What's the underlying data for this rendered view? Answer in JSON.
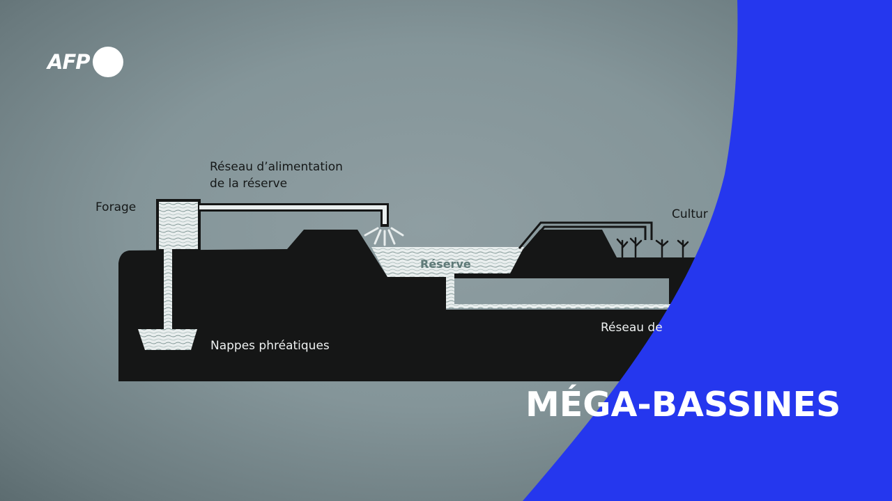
{
  "brand": {
    "logo_text": "AFP",
    "logo_shape": "white-circle"
  },
  "diagram": {
    "labels": {
      "forage": "Forage",
      "feed_network_line1": "Réseau d’alimentation",
      "feed_network_line2": "de la réserve",
      "reserve": "Réserve",
      "groundwater": "Nappes phréatiques",
      "crops": "Cultur",
      "distribution_network": "Réseau de"
    },
    "icons": [
      "sprinkler-spray-icon",
      "plant-icon"
    ]
  },
  "title": {
    "text": "MÉGA-BASSINES"
  },
  "colors": {
    "background_gray": "#849599",
    "ground_black": "#151616",
    "water_white": "#e9eeee",
    "accent_blue": "#2537ee",
    "reserve_label": "#5f7a78"
  }
}
